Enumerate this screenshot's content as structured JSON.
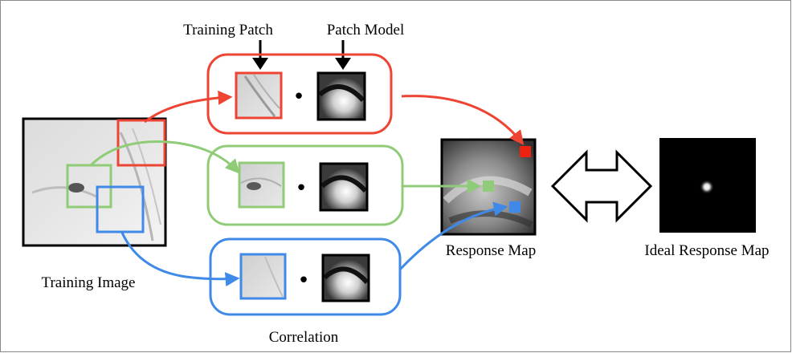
{
  "labels": {
    "training_patch": "Training Patch",
    "patch_model": "Patch Model",
    "training_image": "Training Image",
    "response_map": "Response Map",
    "ideal_response_map": "Ideal Response Map",
    "correlation": "Correlation"
  },
  "operator_symbol": "•",
  "colors": {
    "red": "#ee4433",
    "green": "#90cc78",
    "blue": "#3f8ae8",
    "black": "#000000"
  }
}
